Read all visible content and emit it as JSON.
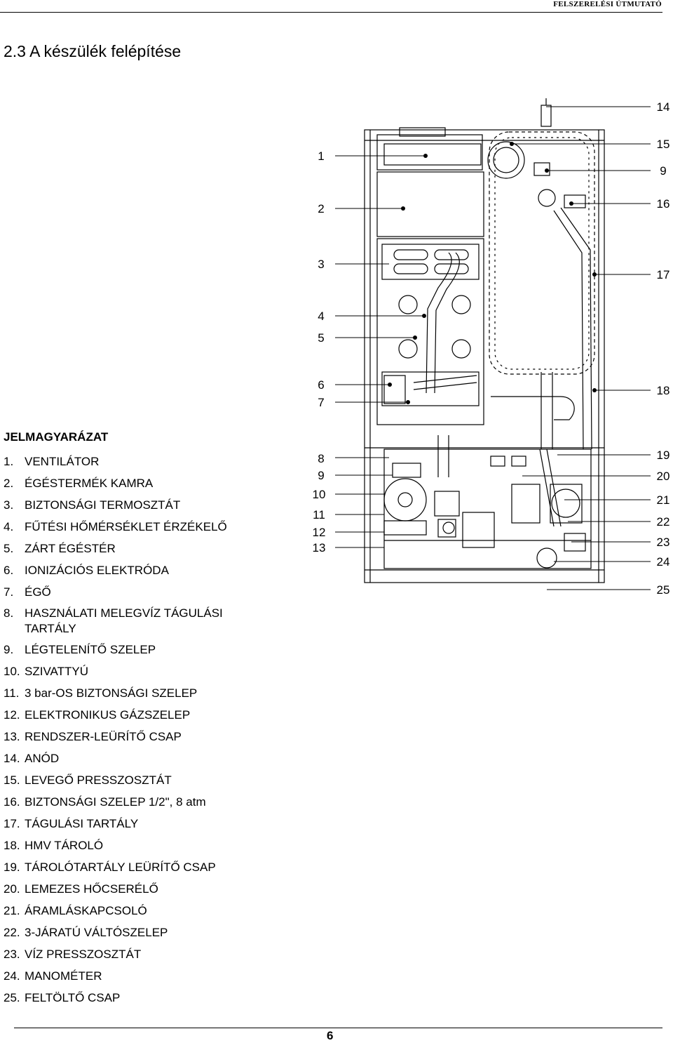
{
  "header": {
    "text": "FELSZERELÉSI ÚTMUTATÓ"
  },
  "section": {
    "title": "2.3 A készülék felépítése"
  },
  "legend": {
    "title": "JELMAGYARÁZAT",
    "items": [
      {
        "num": "1.",
        "label": "VENTILÁTOR"
      },
      {
        "num": "2.",
        "label": "ÉGÉSTERMÉK KAMRA"
      },
      {
        "num": "3.",
        "label": "BIZTONSÁGI TERMOSZTÁT"
      },
      {
        "num": "4.",
        "label": "FŰTÉSI HŐMÉRSÉKLET ÉRZÉKELŐ"
      },
      {
        "num": "5.",
        "label": "ZÁRT ÉGÉSTÉR"
      },
      {
        "num": "6.",
        "label": "IONIZÁCIÓS ELEKTRÓDA"
      },
      {
        "num": "7.",
        "label": "ÉGŐ"
      },
      {
        "num": "8.",
        "label": "HASZNÁLATI MELEGVÍZ TÁGULÁSI TARTÁLY"
      },
      {
        "num": "9.",
        "label": "LÉGTELENÍTŐ SZELEP"
      },
      {
        "num": "10.",
        "label": "SZIVATTYÚ"
      },
      {
        "num": "11.",
        "label": "3 bar-OS BIZTONSÁGI SZELEP"
      },
      {
        "num": "12.",
        "label": "ELEKTRONIKUS GÁZSZELEP"
      },
      {
        "num": "13.",
        "label": "RENDSZER-LEÜRÍTŐ CSAP"
      },
      {
        "num": "14.",
        "label": "ANÓD"
      },
      {
        "num": "15.",
        "label": "LEVEGŐ PRESSZOSZTÁT"
      },
      {
        "num": "16.",
        "label": "BIZTONSÁGI SZELEP 1/2\", 8 atm"
      },
      {
        "num": "17.",
        "label": "TÁGULÁSI TARTÁLY"
      },
      {
        "num": "18.",
        "label": "HMV TÁROLÓ"
      },
      {
        "num": "19.",
        "label": "TÁROLÓTARTÁLY LEÜRÍTŐ CSAP"
      },
      {
        "num": "20.",
        "label": "LEMEZES HŐCSERÉLŐ"
      },
      {
        "num": "21.",
        "label": "ÁRAMLÁSKAPCSOLÓ"
      },
      {
        "num": "22.",
        "label": "3-JÁRATÚ VÁLTÓSZELEP"
      },
      {
        "num": "23.",
        "label": "VÍZ PRESSZOSZTÁT"
      },
      {
        "num": "24.",
        "label": "MANOMÉTER"
      },
      {
        "num": "25.",
        "label": "FELTÖLTŐ CSAP"
      }
    ]
  },
  "diagram": {
    "left_callouts": [
      "1",
      "2",
      "3",
      "4",
      "5",
      "6",
      "7",
      "8",
      "9",
      "10",
      "11",
      "12",
      "13"
    ],
    "right_callouts": [
      "14",
      "15",
      "9",
      "16",
      "17",
      "18",
      "19",
      "20",
      "21",
      "22",
      "23",
      "24",
      "25"
    ]
  },
  "footer": {
    "page_number": "6"
  }
}
